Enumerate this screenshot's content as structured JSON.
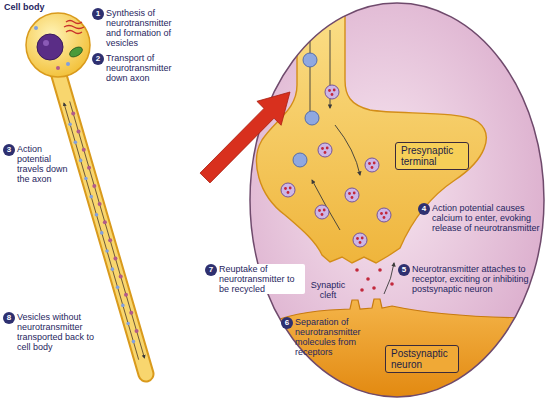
{
  "diagram": {
    "nodes": [
      {
        "text": [
          "1"
        ]
      },
      {
        "text": [
          "2"
        ]
      },
      {
        "text": [
          "3"
        ]
      },
      {
        "text": [
          "Presynaptic terminal"
        ]
      },
      {
        "text": [
          "4"
        ]
      },
      {
        "text": [
          "7"
        ]
      },
      {
        "text": [
          "5"
        ]
      },
      {
        "text": [
          "6"
        ]
      },
      {
        "text": [
          "8"
        ]
      },
      {
        "text": [
          "Postsynaptic neuron"
        ]
      }
    ],
    "labels": [
      "Cell body",
      "Synthesis of neurotransmitter and formation of vesicles",
      "Transport of neurotransmitter down axon",
      "Action potential travels down the axon",
      "Action potential causes calcium to enter, evoking release of neurotransmitter",
      "Reuptake of neurotransmitter to be recycled",
      "Synaptic cleft",
      "Neurotransmitter attaches to receptor, exciting or inhibiting postsynaptic neuron",
      "Separation of neurotransmitter molecules from receptors",
      "Vesicles without neurotransmitter transported back to cell body"
    ]
  }
}
